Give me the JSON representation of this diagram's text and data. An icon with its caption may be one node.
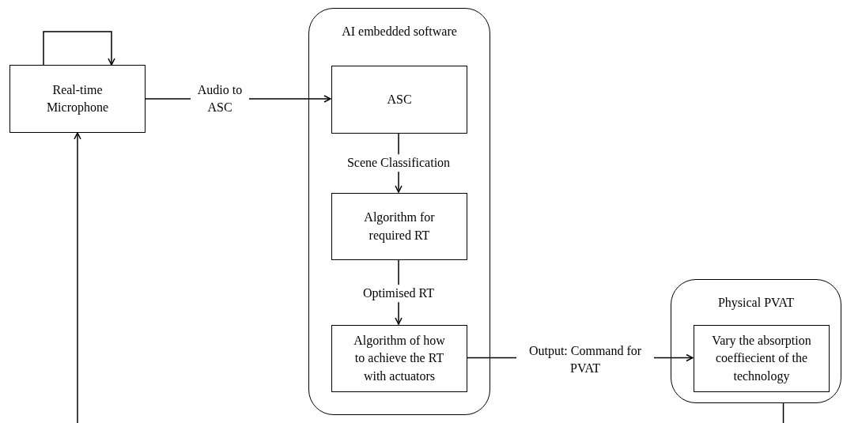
{
  "diagram": {
    "nodes": [
      {
        "text": [
          "Real-time Microphone"
        ]
      },
      {
        "text": [
          "AI embedded software"
        ]
      },
      {
        "text": [
          "ASC"
        ],
        "in": 1
      },
      {
        "text": [
          "Algorithm for required RT"
        ],
        "in": 1
      },
      {
        "text": [
          "Algorithm of how to achieve the RT with actuators"
        ],
        "in": 1
      },
      {
        "text": [
          "Physical PVAT"
        ]
      },
      {
        "text": [
          "Vary the absorption coeffiecient of the technology"
        ],
        "in": 5
      }
    ],
    "edges": [
      {
        "from": 0,
        "to": 0,
        "arrow": "to"
      },
      {
        "from": 0,
        "to": 2,
        "arrow": "to",
        "label": "Audio to ASC"
      },
      {
        "from": 2,
        "to": 3,
        "arrow": "to",
        "label": "Scene Classification"
      },
      {
        "from": 3,
        "to": 4,
        "arrow": "to",
        "label": "Optimised RT"
      },
      {
        "from": 4,
        "to": 6,
        "arrow": "to",
        "label": "Output: Command for PVAT"
      },
      {
        "from": null,
        "to": 0,
        "arrow": "to"
      },
      {
        "from": 5,
        "to": null,
        "arrow": "none"
      }
    ]
  }
}
